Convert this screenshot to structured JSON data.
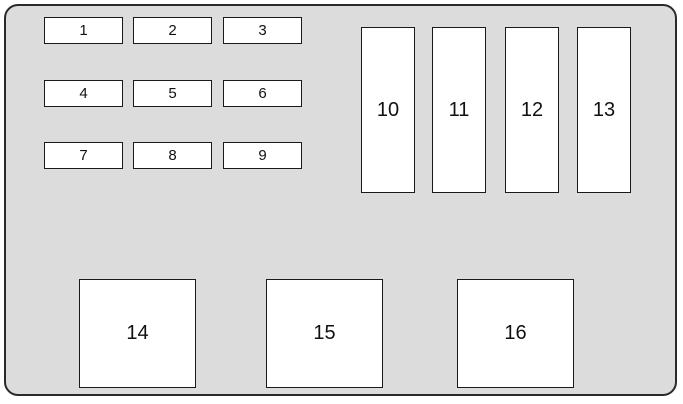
{
  "fuse_box": {
    "small_fuses": [
      "1",
      "2",
      "3",
      "4",
      "5",
      "6",
      "7",
      "8",
      "9"
    ],
    "tall_relays": [
      "10",
      "11",
      "12",
      "13"
    ],
    "square_relays": [
      "14",
      "15",
      "16"
    ]
  }
}
